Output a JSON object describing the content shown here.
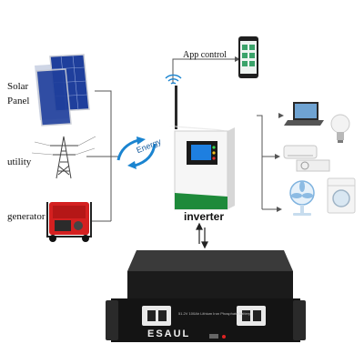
{
  "labels": {
    "solar_line1": "Solar",
    "solar_line2": "Panel",
    "utility": "utility",
    "generator": "generator",
    "app_control": "App control",
    "energy": "Energy",
    "inverter": "inverter"
  },
  "battery": {
    "brand": "ESAUL",
    "caption": "51.2V 100Ah Lithium Iron Phosphate Battery"
  },
  "icons": {
    "solar": "solar-panel-icon",
    "utility": "power-tower-icon",
    "generator": "generator-icon",
    "phone": "smartphone-icon",
    "wifi": "wifi-icon",
    "inverter": "inverter-icon",
    "battery": "battery-rack-icon",
    "laptop": "laptop-icon",
    "bulb": "light-bulb-icon",
    "ac": "air-conditioner-icon",
    "fan": "fan-icon",
    "washer": "washing-machine-icon"
  },
  "colors": {
    "line": "#555555",
    "panel_blue": "#1f3f9c",
    "generator_red": "#d42020",
    "energy_blue": "#1a84d0",
    "battery_black": "#1b1b1b"
  }
}
